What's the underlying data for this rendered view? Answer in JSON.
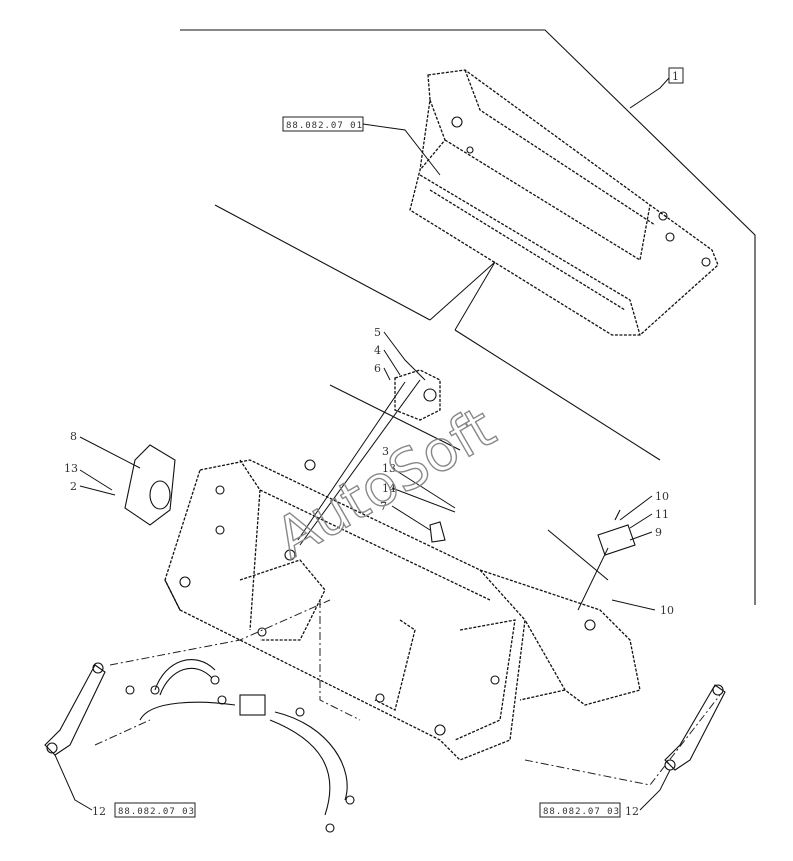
{
  "watermark": "AutoSoft",
  "refs": {
    "top": "88.082.07 01",
    "bottom_left": "88.082.07 03",
    "bottom_right": "88.082.07 03"
  },
  "callouts": {
    "c1": "1",
    "c2": "2",
    "c3": "3",
    "c4": "4",
    "c5": "5",
    "c6": "6",
    "c8": "8",
    "c9": "9",
    "c10a": "10",
    "c10b": "10",
    "c11": "11",
    "c12a": "12",
    "c12b": "12",
    "c13a": "13",
    "c13b": "13",
    "c14": "14",
    "c7": "7"
  }
}
